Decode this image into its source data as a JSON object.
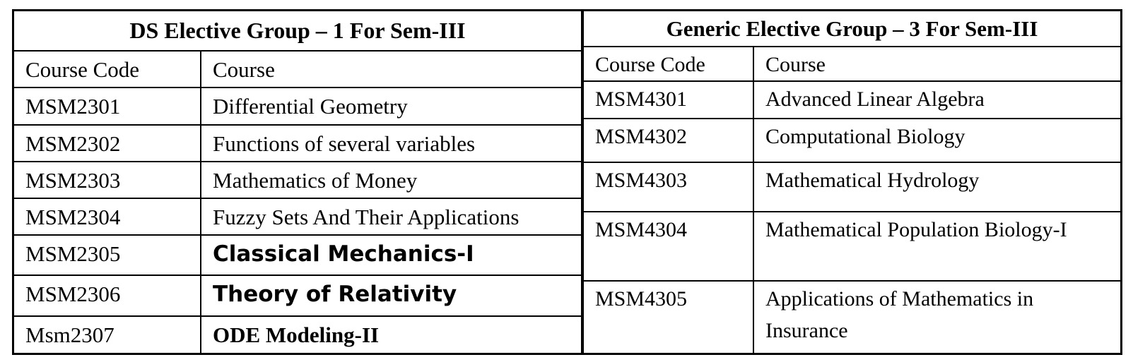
{
  "left_table": {
    "title": "DS Elective Group – 1 For Sem-III",
    "header": {
      "code": "Course Code",
      "course": "Course"
    },
    "rows": [
      {
        "code": "MSM2301",
        "course": "Differential Geometry"
      },
      {
        "code": "MSM2302",
        "course": "Functions of several variables"
      },
      {
        "code": "MSM2303",
        "course": "Mathematics of Money"
      },
      {
        "code": "MSM2304",
        "course": "Fuzzy Sets And Their Applications"
      },
      {
        "code": "MSM2305",
        "course": "Classical Mechanics-I"
      },
      {
        "code": "MSM2306",
        "course": "Theory of Relativity"
      },
      {
        "code": "Msm2307",
        "course": "ODE Modeling-II"
      }
    ]
  },
  "right_table": {
    "title": "Generic Elective Group – 3 For Sem-III",
    "header": {
      "code": "Course Code",
      "course": "Course"
    },
    "rows": [
      {
        "code": "MSM4301",
        "course": "Advanced Linear Algebra"
      },
      {
        "code": "MSM4302",
        "course": "Computational Biology"
      },
      {
        "code": "MSM4303",
        "course": "Mathematical Hydrology"
      },
      {
        "code": "MSM4304",
        "course": "Mathematical Population Biology-I"
      },
      {
        "code": "MSM4305",
        "course": "Applications of Mathematics in Insurance"
      }
    ]
  }
}
